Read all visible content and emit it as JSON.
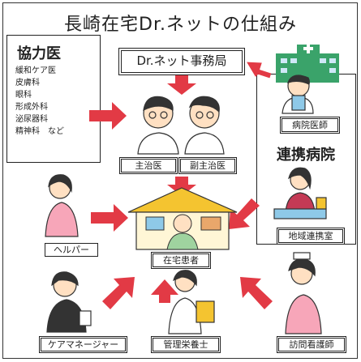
{
  "title": "長崎在宅Dr.ネットの仕組み",
  "cooperating_doctors": {
    "heading": "協力医",
    "specialties": [
      "緩和ケア医",
      "皮膚科",
      "眼科",
      "形成外科",
      "泌尿器科",
      "精神科　など"
    ]
  },
  "office": "Dr.ネット事務局",
  "doctor_labels": {
    "primary": "主治医",
    "secondary": "副主治医"
  },
  "hospital": {
    "heading": "連携病院",
    "doctor": "病院医師",
    "liaison": "地域連携室"
  },
  "patient": "在宅患者",
  "roles": {
    "helper": "ヘルパー",
    "care_manager": "ケアマネージャー",
    "dietitian": "管理栄養士",
    "visiting_nurse": "訪問看護師"
  },
  "colors": {
    "arrow": "#e23a45",
    "roof": "#f4c430",
    "hospital_green": "#3aa36a",
    "frame": "#333333"
  }
}
